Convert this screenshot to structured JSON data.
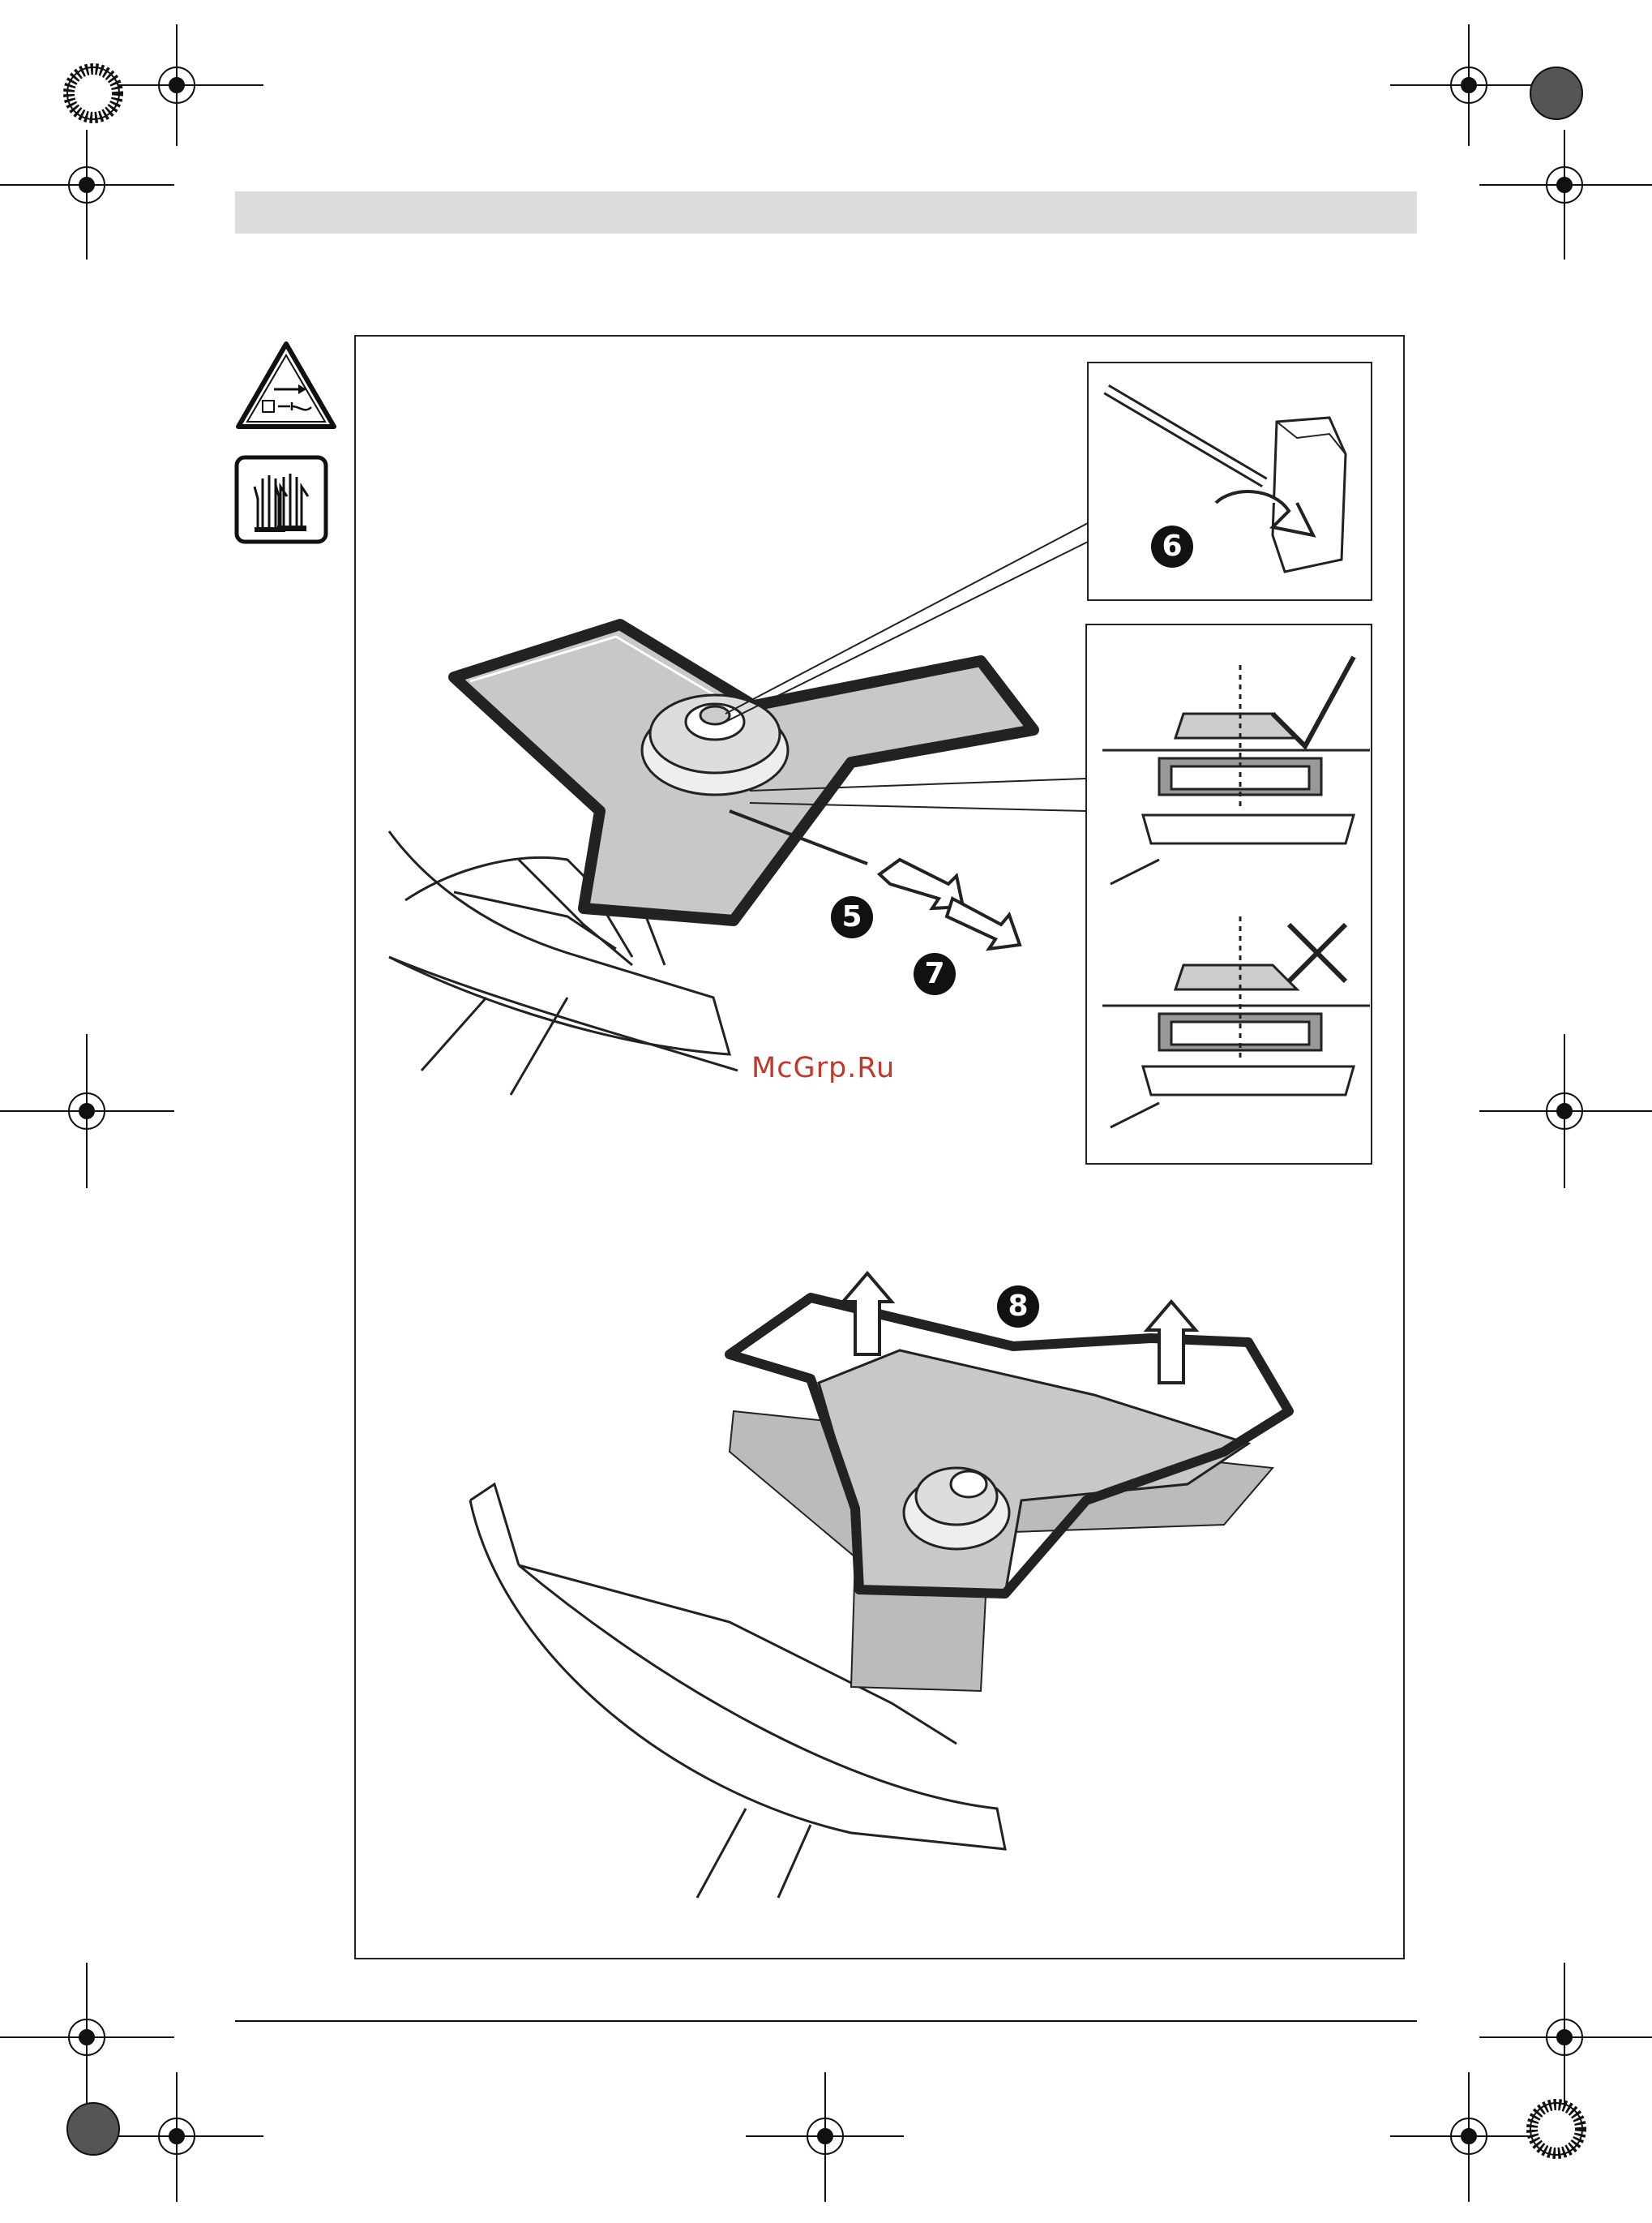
{
  "watermark": {
    "text": "McGrp.Ru"
  },
  "steps": [
    {
      "id": "5",
      "label": "5"
    },
    {
      "id": "6",
      "label": "6"
    },
    {
      "id": "7",
      "label": "7"
    },
    {
      "id": "8",
      "label": "8"
    }
  ],
  "safety_icons": [
    {
      "icon": "unplug-warning-icon"
    },
    {
      "icon": "gloves-icon"
    }
  ],
  "colors": {
    "line": "#222222",
    "fill_grey": "#c8c8c8",
    "header_grey": "#dcdcdc",
    "watermark": "#c0392b"
  }
}
